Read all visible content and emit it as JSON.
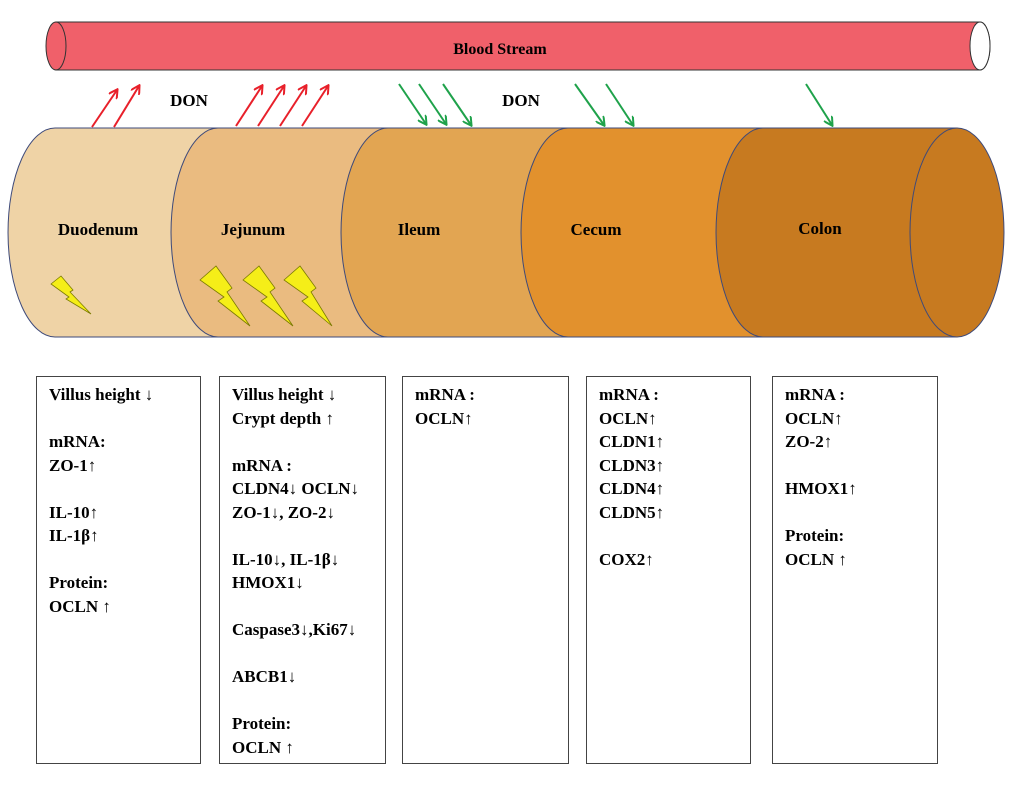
{
  "blood_stream_label": "Blood Stream",
  "don_labels": [
    "DON",
    "DON"
  ],
  "segments": [
    {
      "name": "Duodenum",
      "color": "#EFD3A6"
    },
    {
      "name": "Jejunum",
      "color": "#EABB80"
    },
    {
      "name": "Ileum",
      "color": "#E2A552"
    },
    {
      "name": "Cecum",
      "color": "#E2912D"
    },
    {
      "name": "Colon",
      "color": "#C77A20"
    }
  ],
  "colors": {
    "blood_stream": "#F0606A",
    "arrow_up": "#E8202A",
    "arrow_down": "#1FA24B",
    "lightning": "#F5EE18"
  },
  "boxes": [
    {
      "lines": [
        "Villus height ↓",
        "",
        "mRNA:",
        "ZO-1↑",
        "",
        "IL-10↑",
        "IL-1β↑",
        "",
        "Protein:",
        "OCLN ↑"
      ]
    },
    {
      "lines": [
        "Villus height ↓",
        "Crypt depth ↑",
        "",
        "mRNA :",
        "CLDN4↓ OCLN↓",
        "ZO-1↓, ZO-2↓",
        "",
        "IL-10↓, IL-1β↓",
        "HMOX1↓",
        "",
        "Caspase3↓,Ki67↓",
        "",
        "ABCB1↓",
        "",
        "Protein:",
        "OCLN ↑"
      ]
    },
    {
      "lines": [
        "mRNA :",
        "OCLN↑"
      ]
    },
    {
      "lines": [
        "mRNA :",
        "OCLN↑",
        "CLDN1↑",
        "CLDN3↑",
        "CLDN4↑",
        "CLDN5↑",
        "",
        "COX2↑"
      ]
    },
    {
      "lines": [
        "mRNA :",
        "OCLN↑",
        "ZO-2↑",
        "",
        "HMOX1↑",
        "",
        "Protein:",
        "OCLN ↑"
      ]
    }
  ]
}
